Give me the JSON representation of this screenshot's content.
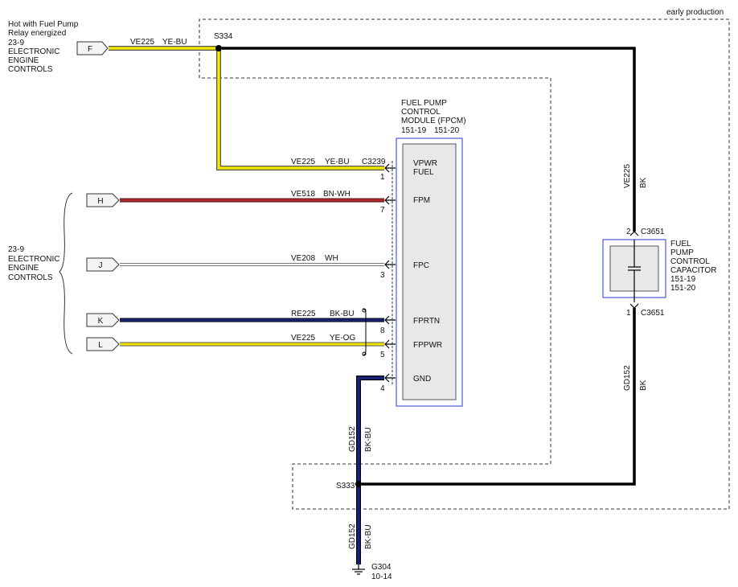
{
  "header": {
    "early_production": "early production"
  },
  "source": {
    "hot_line1": "Hot with Fuel Pump",
    "hot_line2": "Relay energized",
    "ref": "23-9",
    "line1": "ELECTRONIC",
    "line2": "ENGINE",
    "line3": "CONTROLS"
  },
  "inputs": {
    "ref": "23-9",
    "line1": "ELECTRONIC",
    "line2": "ENGINE",
    "line3": "CONTROLS"
  },
  "connectors": {
    "F": "F",
    "H": "H",
    "J": "J",
    "K": "K",
    "L": "L"
  },
  "splices": {
    "s334": "S334",
    "s333": "S333"
  },
  "wires": {
    "ve225_top": {
      "circuit": "VE225",
      "color": "YE-BU"
    },
    "ve225_fpcm": {
      "circuit": "VE225",
      "color": "YE-BU"
    },
    "ve518": {
      "circuit": "VE518",
      "color": "BN-WH"
    },
    "ve208": {
      "circuit": "VE208",
      "color": "WH"
    },
    "re225": {
      "circuit": "RE225",
      "color": "BK-BU"
    },
    "ve225_l": {
      "circuit": "VE225",
      "color": "YE-OG"
    },
    "ve225_bk": {
      "circuit": "VE225",
      "color": "BK"
    },
    "gd152_cap": {
      "circuit": "GD152",
      "color": "BK"
    },
    "gd152_gnd1": {
      "circuit": "GD152",
      "color": "BK-BU"
    },
    "gd152_gnd2": {
      "circuit": "GD152",
      "color": "BK-BU"
    }
  },
  "fpcm": {
    "title1": "FUEL PUMP",
    "title2": "CONTROL",
    "title3": "MODULE (FPCM)",
    "ref1": "151-19",
    "ref2": "151-20",
    "connector": "C3239",
    "pins": [
      {
        "label1": "VPWR",
        "label2": "FUEL",
        "pin": "1"
      },
      {
        "label1": "FPM",
        "label2": "",
        "pin": "7"
      },
      {
        "label1": "FPC",
        "label2": "",
        "pin": "3"
      },
      {
        "label1": "FPRTN",
        "label2": "",
        "pin": "8"
      },
      {
        "label1": "FPPWR",
        "label2": "",
        "pin": "5"
      },
      {
        "label1": "GND",
        "label2": "",
        "pin": "4"
      }
    ]
  },
  "capacitor": {
    "title1": "FUEL",
    "title2": "PUMP",
    "title3": "CONTROL",
    "title4": "CAPACITOR",
    "ref1": "151-19",
    "ref2": "151-20",
    "pin_top": "2",
    "conn_top": "C3651",
    "pin_bottom": "1",
    "conn_bottom": "C3651"
  },
  "ground": {
    "name": "G304",
    "ref": "10-14"
  },
  "colors": {
    "yellow": "#f2e600",
    "blue": "#1a237e",
    "red": "#b3262a",
    "black": "#000000",
    "module_border": "#4b5bd6",
    "module_fill": "#e8e8e8"
  }
}
